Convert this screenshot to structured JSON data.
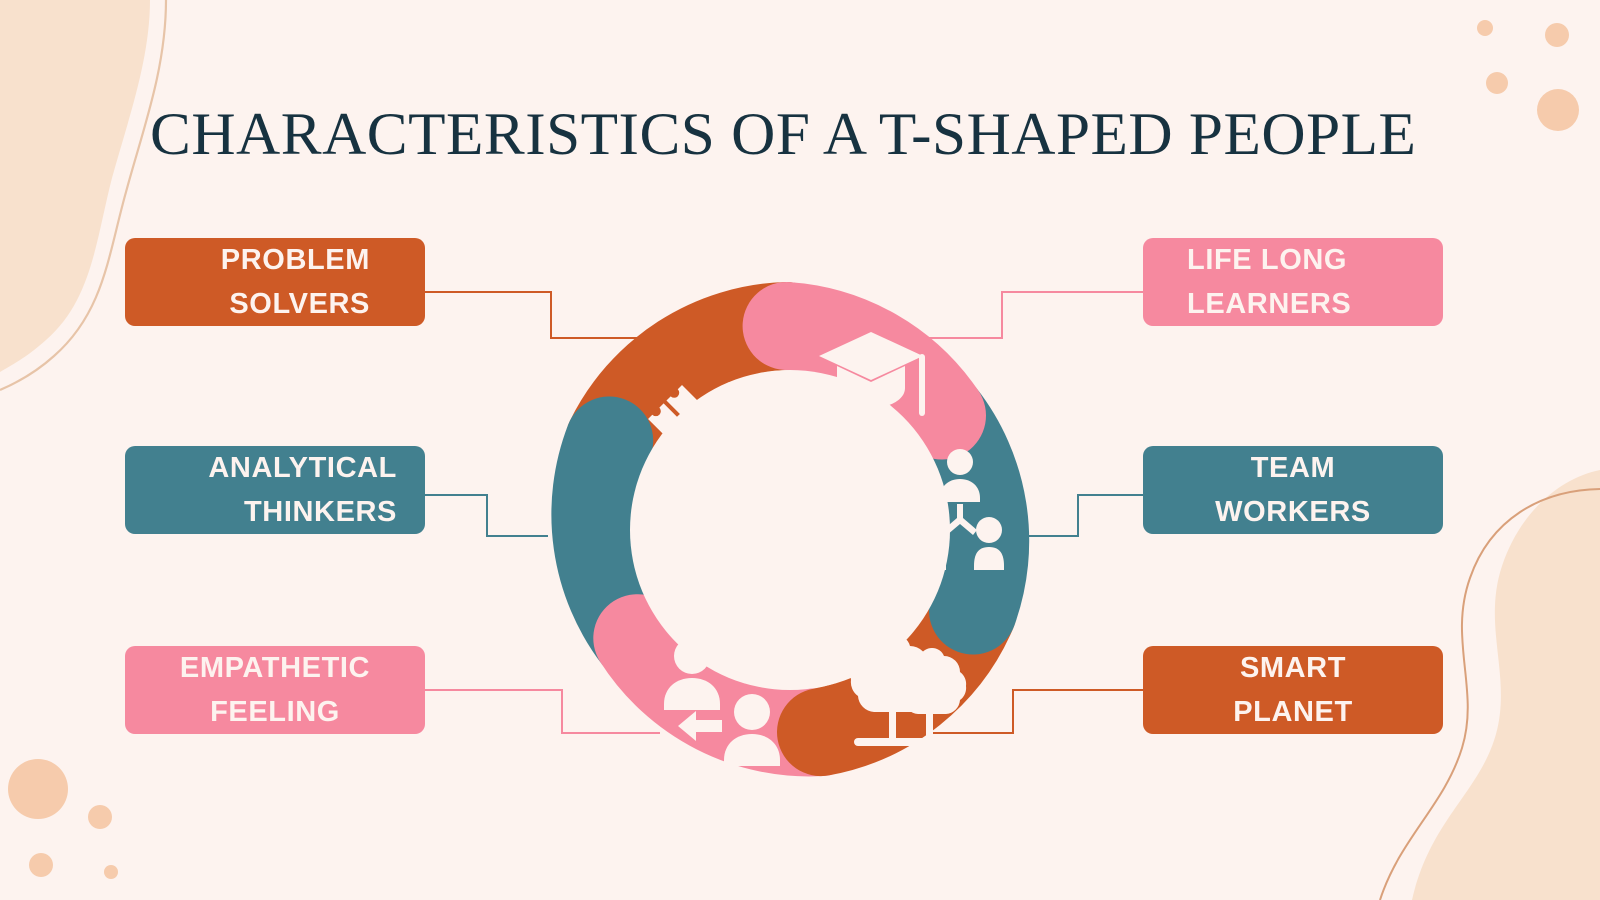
{
  "page": {
    "title": "CHARACTERISTICS OF A T-SHAPED PEOPLE",
    "background_color": "#fdf3ef",
    "title_color": "#173240"
  },
  "palette": {
    "orange": "#ce5a26",
    "teal": "#42808f",
    "pink": "#f6899f",
    "cream": "#fdf3ef",
    "peach": "#f8e1cd",
    "peach_line": "#d9a07a"
  },
  "labels": {
    "left": [
      {
        "id": "problem-solvers",
        "line1": "PROBLEM",
        "line2": "SOLVERS",
        "color": "#ce5a26",
        "color_name": "orange",
        "icon": "puzzle-icon"
      },
      {
        "id": "analytical-thinkers",
        "line1": "ANALYTICAL",
        "line2": "THINKERS",
        "color": "#42808f",
        "color_name": "teal",
        "icon": "head-gear-icon"
      },
      {
        "id": "empathetic-feeling",
        "line1": "EMPATHETIC",
        "line2": "FEELING",
        "color": "#f6899f",
        "color_name": "pink",
        "icon": "people-exchange-icon"
      }
    ],
    "right": [
      {
        "id": "life-long-learners",
        "line1": "LIFE LONG",
        "line2": "LEARNERS",
        "color": "#f6899f",
        "color_name": "pink",
        "icon": "graduation-cap-icon"
      },
      {
        "id": "team-workers",
        "line1": "TEAM",
        "line2": "WORKERS",
        "color": "#42808f",
        "color_name": "teal",
        "icon": "team-network-icon"
      },
      {
        "id": "smart-planet",
        "line1": "SMART",
        "line2": "PLANET",
        "color": "#ce5a26",
        "color_name": "orange",
        "icon": "trees-icon"
      }
    ]
  },
  "chart_data": {
    "type": "pie",
    "title": "CHARACTERISTICS OF A T-SHAPED PEOPLE",
    "subtype": "donut-ring-6-segments",
    "categories": [
      "PROBLEM SOLVERS",
      "LIFE LONG LEARNERS",
      "TEAM WORKERS",
      "SMART PLANET",
      "EMPATHETIC FEELING",
      "ANALYTICAL THINKERS"
    ],
    "values": [
      16.67,
      16.67,
      16.67,
      16.67,
      16.67,
      16.67
    ],
    "colors": [
      "#ce5a26",
      "#f6899f",
      "#42808f",
      "#ce5a26",
      "#f6899f",
      "#42808f"
    ],
    "segment_icons": [
      "puzzle-icon",
      "graduation-cap-icon",
      "team-network-icon",
      "trees-icon",
      "people-exchange-icon",
      "head-gear-icon"
    ],
    "legend": "external-labels-both-sides",
    "grid": false,
    "xlabel": "",
    "ylabel": ""
  }
}
